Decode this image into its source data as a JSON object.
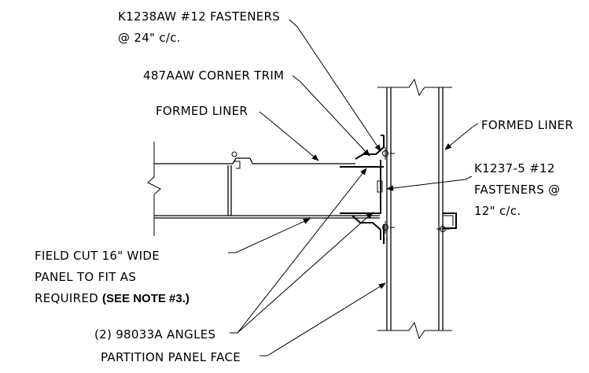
{
  "labels": {
    "fasteners_top": {
      "line1": "K1238AW #12 FASTENERS",
      "line2": "@ 24\" c/c."
    },
    "corner_trim": "487AAW CORNER TRIM",
    "formed_liner_left": "FORMED LINER",
    "formed_liner_right": "FORMED LINER",
    "fasteners_right": {
      "line1": "K1237-5 #12",
      "line2": "FASTENERS @",
      "line3": "12\" c/c."
    },
    "field_cut": {
      "line1": "FIELD CUT 16\" WIDE",
      "line2": "PANEL TO FIT AS",
      "line3_prefix": "REQUIRED ",
      "line3_bold": "(SEE NOTE #3.)"
    },
    "angles": "(2) 98033A ANGLES",
    "partition_face": "PARTITION PANEL FACE"
  }
}
